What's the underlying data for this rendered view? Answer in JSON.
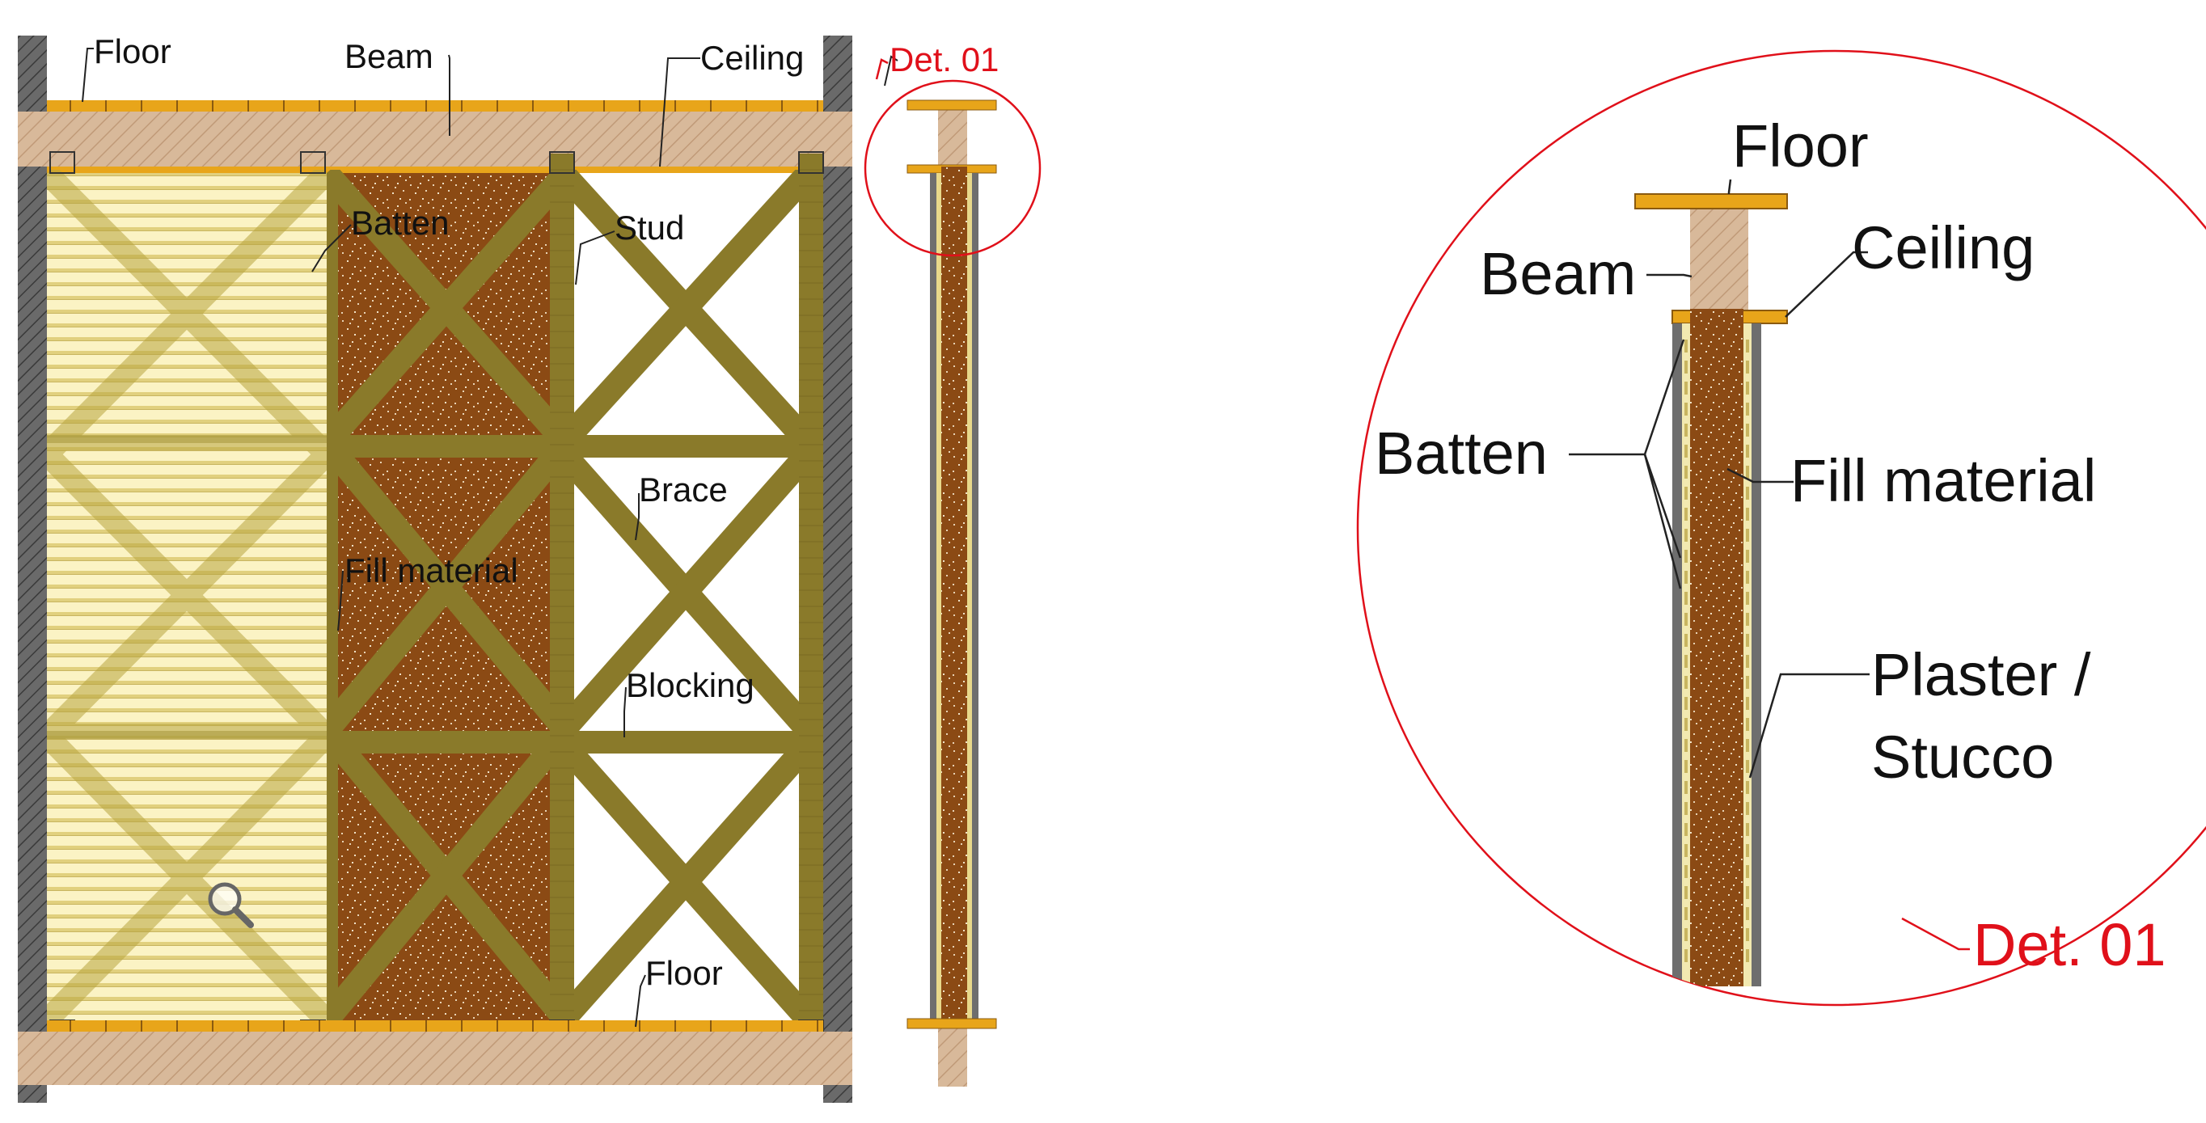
{
  "elevation": {
    "labels": {
      "floor_top": "Floor",
      "beam": "Beam",
      "ceiling": "Ceiling",
      "batten": "Batten",
      "stud": "Stud",
      "brace": "Brace",
      "fill_material": "Fill material",
      "blocking": "Blocking",
      "floor_bottom": "Floor"
    },
    "detail_callout": "Det. 01",
    "magnifier_icon": "magnifier-icon"
  },
  "detail": {
    "labels": {
      "floor": "Floor",
      "beam": "Beam",
      "ceiling": "Ceiling",
      "batten": "Batten",
      "fill_material": "Fill material",
      "plaster_line1": "Plaster /",
      "plaster_line2": "Stucco"
    },
    "detail_callout": "Det. 01"
  },
  "colors": {
    "beam": "#d8b99a",
    "beam_hatch": "#c09a78",
    "timber": "#8a7a2a",
    "fill": "#8b4a14",
    "batten_bg": "#fbf3c4",
    "batten_line": "#d9c873",
    "floor_board": "#e8a51a",
    "masonry": "#555555",
    "callout_red": "#e0101a",
    "plaster": "#6e6e6e"
  }
}
